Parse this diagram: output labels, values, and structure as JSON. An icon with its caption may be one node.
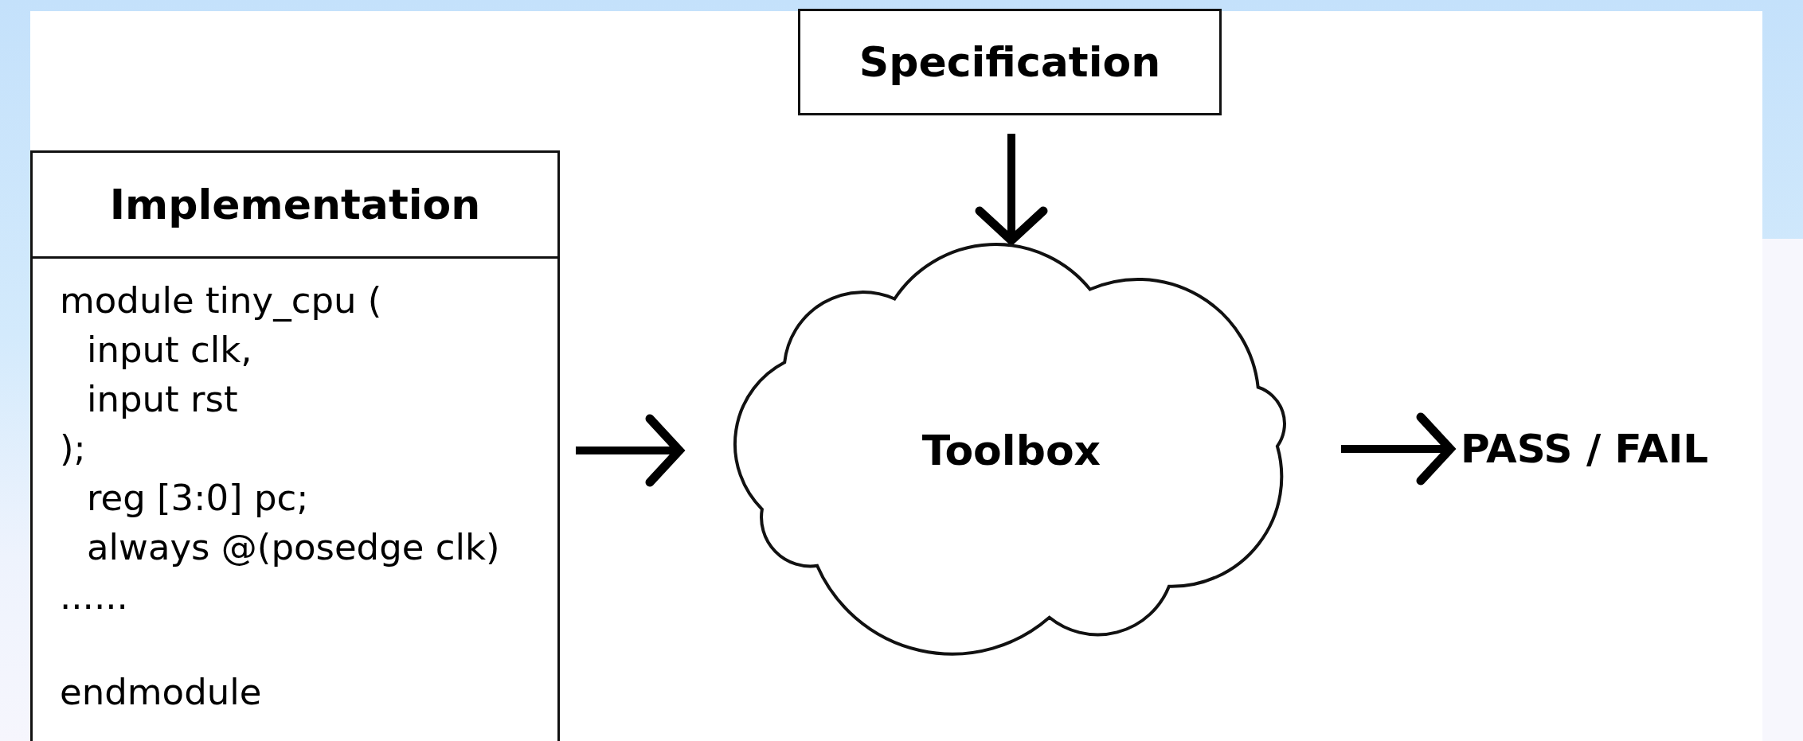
{
  "diagram": {
    "nodes": [
      {
        "text": [
          "Specification"
        ]
      },
      {
        "text": [
          "Implementation",
          "module tiny_cpu (",
          "input clk,",
          "input rst",
          ");",
          "reg [3:0] pc;",
          "always @(posedge clk)",
          "......",
          "endmodule"
        ]
      },
      {
        "text": [
          "Toolbox"
        ]
      },
      {
        "text": [
          "PASS / FAIL"
        ]
      }
    ],
    "edges": [
      {
        "from": 0,
        "to": 2,
        "arrow": "to"
      },
      {
        "from": 1,
        "to": 2,
        "arrow": "to"
      },
      {
        "from": 2,
        "to": 3,
        "arrow": "to"
      }
    ]
  }
}
